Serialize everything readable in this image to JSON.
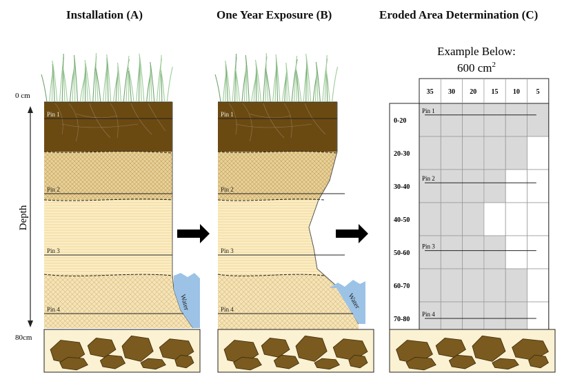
{
  "panels": {
    "a": {
      "title": "Installation (A)"
    },
    "b": {
      "title": "One Year Exposure (B)"
    },
    "c": {
      "title": "Eroded Area Determination (C)"
    }
  },
  "axis": {
    "top_label": "0 cm",
    "bottom_label": "80cm",
    "depth_label": "Depth"
  },
  "pins": [
    "Pin 1",
    "Pin 2",
    "Pin 3",
    "Pin 4"
  ],
  "water_label": "Water",
  "example": {
    "line1": "Example Below:",
    "line2_value": "600 cm",
    "line2_sup": "2"
  },
  "grid": {
    "columns": [
      "35",
      "30",
      "20",
      "15",
      "10",
      "5"
    ],
    "rows": [
      "0-20",
      "20-30",
      "30-40",
      "40-50",
      "50-60",
      "60-70",
      "70-80"
    ],
    "shaded_columns_per_row": [
      6,
      5,
      4,
      3,
      4,
      5,
      5
    ],
    "shade_color": "#d9d9d9"
  },
  "colors": {
    "topsoil": "#6b4a12",
    "sand": "#e6cf96",
    "sandy_loam": "#f7e3ad",
    "water": "#9cc3e6",
    "rock": "#7a5a1e",
    "grass": "#8bbf8a"
  }
}
